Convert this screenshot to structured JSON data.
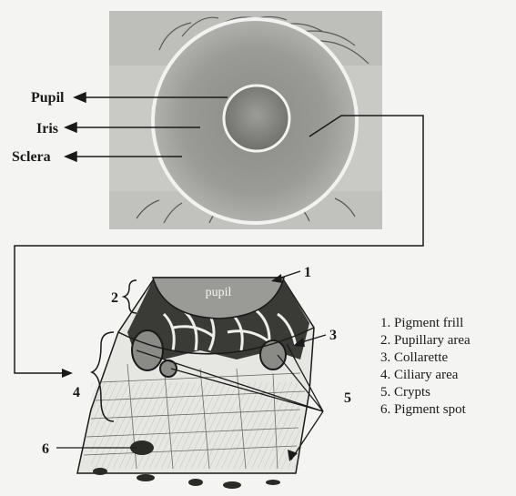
{
  "top_labels": {
    "pupil": "Pupil",
    "iris": "Iris",
    "sclera": "Sclera"
  },
  "pupil_text": "pupil",
  "numbers": {
    "n1": "1",
    "n2": "2",
    "n3": "3",
    "n4": "4",
    "n5": "5",
    "n6": "6"
  },
  "legend": [
    "1. Pigment frill",
    "2. Pupillary area",
    "3. Collarette",
    "4. Ciliary area",
    "5. Crypts",
    "6. Pigment spot"
  ]
}
